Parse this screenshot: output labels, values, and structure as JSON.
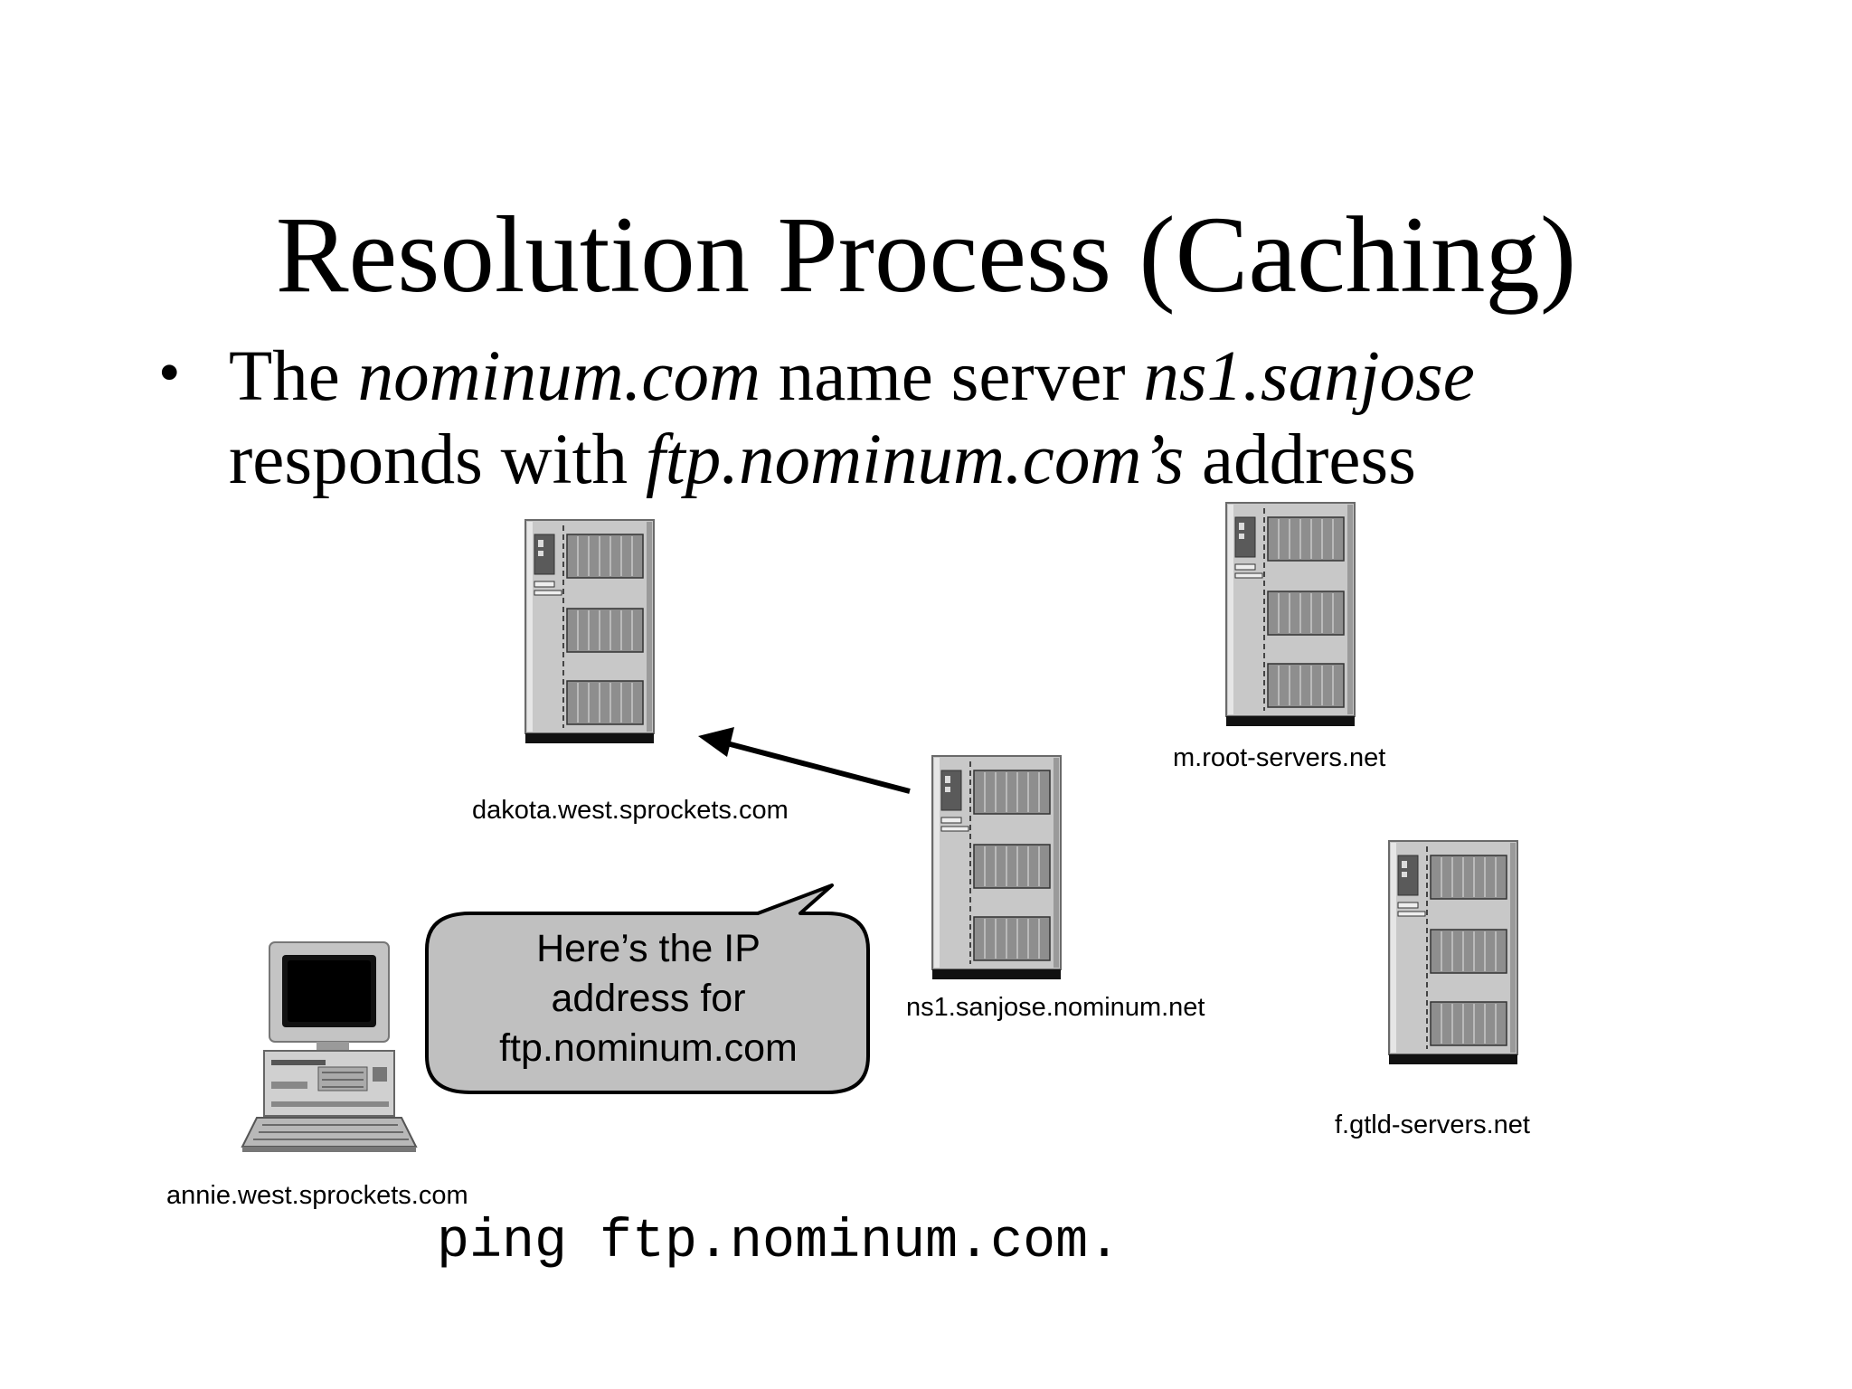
{
  "slide": {
    "title": "Resolution Process (Caching)",
    "bullet": {
      "symbol": "•",
      "line1": [
        "The ",
        "nominum.com",
        " name server ",
        "ns1.sanjose"
      ],
      "line2": [
        "responds with ",
        "ftp.nominum.com’s",
        " address"
      ]
    },
    "command": "ping ftp.nominum.com."
  },
  "hosts": {
    "dakota": "dakota.west.sprockets.com",
    "root": "m.root-servers.net",
    "ns1": "ns1.sanjose.nominum.net",
    "gtld": "f.gtld-servers.net",
    "annie": "annie.west.sprockets.com"
  },
  "bubble": {
    "lines": [
      "Here’s the IP",
      "address for",
      "ftp.nominum.com"
    ]
  },
  "icons": {
    "server": "server-tower-icon",
    "workstation": "desktop-computer-icon",
    "arrow": "arrow-left-icon",
    "bubble": "speech-bubble"
  },
  "colors": {
    "server_body": "#c8c8c8",
    "server_panel": "#8e8e8e",
    "server_base": "#111111",
    "bubble_fill": "#c0c0c0"
  }
}
